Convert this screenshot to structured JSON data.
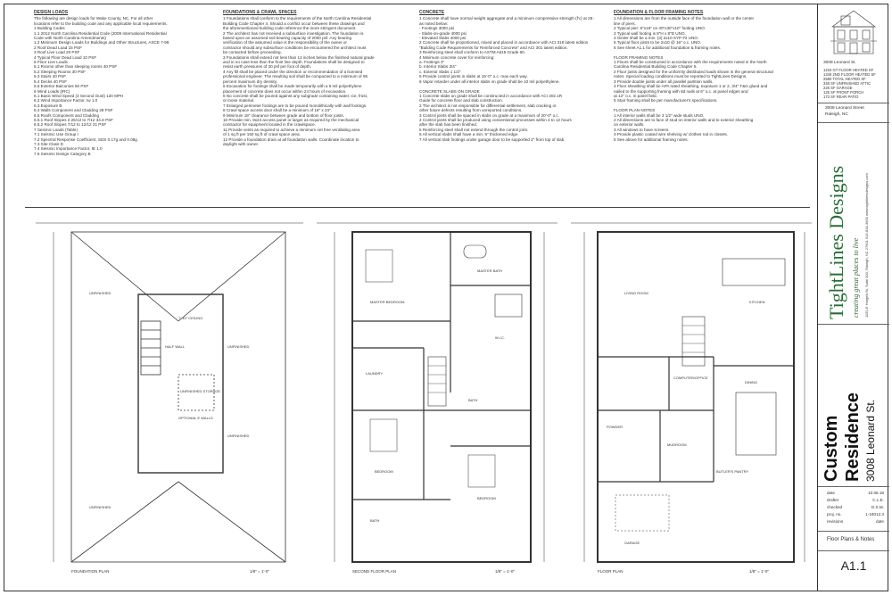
{
  "notes": {
    "col1": {
      "title": "DESIGN LOADS",
      "lines": [
        "The following are design loads for Wake County, NC. For all other",
        "locations refer to the building code and any applicable local requirements.",
        "1  Building Codes",
        "   1.1 2012 North Carolina Residential Code (2009 International Residential",
        "       Code with North Carolina Amendments)",
        "   1.2 Minimum Design Loads for Buildings and Other Structures, ASCE 7-98",
        "2  Roof Dead Load                     15 PSF",
        "3  Roof Live Load                     20 PSF",
        "4  Typical Floor Dead Load            10 PSF",
        "5  Floor Live Loads",
        "   5.1  Rooms other than sleeping rooms   40 PSF",
        "   5.2  Sleeping Rooms                30 PSF",
        "   5.3  Stairs                        40 PSF",
        "   5.4  Decks                         40 PSF",
        "   5.5  Exterior Balconies            60 PSF",
        "6 Wind Loads (IRC)",
        "   6.1  Basic Wind Speed (3 Second Gust)   120 MPH",
        "   6.2  Wind Importance Factor, Iw    1.0",
        "   6.3  Exposure                      B",
        "   6.4  Walls Component and Cladding  28 PSF",
        "   6.5  Roofs Component and Cladding",
        "        6.5.1 Roof Slopes 2.25/12 to 7/12   34.8 PSF",
        "        6.5.2 Roof Slopes 7/12 to 12/12     21 PSF",
        "7 Seismic Loads (Table)",
        "   7.1  Seismic Use Group             I",
        "   7.2  Spectral Response Coefficient, SDS   0.17g and 0.08g",
        "   7.3  Site Class                    D",
        "   7.4  Seismic Importance Factor, IE  1.0",
        "   7.5  Seismic Design Category       B"
      ]
    },
    "col2": {
      "title": "FOUNDATIONS & CRAWL SPACES",
      "lines": [
        "1 Foundations shall conform to the requirements of the North Carolina Residential",
        "  Building Code Chapter 4. Should a conflict occur between these drawings and",
        "  the aforementioned building code reference the more stringent document.",
        "2 The architect has not received a subsurface investigation. The foundation is",
        "  based upon an assumed soil bearing capacity of 2000 psf. Any bearing",
        "  verification of the assumed value is the responsibility of the owner or",
        "  contractor should any subsurface conditions be encountered the architect must",
        "  be contacted before proceeding.",
        "3 Foundations shall extend not less than 12 inches below the finished natural grade",
        "  and in no case less than the frost line depth. Foundations shall be designed to",
        "  resist earth pressures of 30 psf per foot of depth.",
        "4 Any fill shall be placed under the direction or recommendation of a licensed",
        "  professional engineer. The resulting soil shall be compacted to a minimum of 95",
        "  percent maximum dry density.",
        "5 Excavation for footings shall be made temporarily with a 6 mil polyethylene",
        "  placement of concrete does not occur within 24 hours of excavation.",
        "6 No concrete shall be poured against any subgrade containing water, ice, frost,",
        "  or loose material.",
        "7 Enlarged perimeter footings are to be poured monolithically with wall footings.",
        "8 Crawl space access door shall be a minimum of 16\" x 24\".",
        "9 Minimum 18\" clearance between grade and bottom of floor joists.",
        "10 Provide min. 8x24 access panel or larger as required by the mechanical",
        "   contractor for equipment located in the crawlspace.",
        "11 Provide vents as required to achieve a minimum net free ventilating area",
        "   of 1 sq ft per 150 sq ft of crawl space area.",
        "12 Provide a foundation drain at all foundation walls. Coordinate location to",
        "   daylight with owner."
      ]
    },
    "col3": {
      "title": "CONCRETE",
      "lines": [
        "1 Concrete shall have normal weight aggregate and a minimum compressive strength (f'c) at 28 days",
        "  as noted below:",
        "    - Footings                 3000 psi",
        "    - Slabs-on-grade           4000 psi",
        "    - Elevated Slabs           4000 psi",
        "2 Concrete shall be proportioned, mixed and placed in accordance with ACI 318 latest edition",
        "  \"Building Code Requirements for Reinforced Concrete\" and ACI 301 latest edition.",
        "3 Reinforcing steel shall conform to ASTM A615 Grade 60.",
        "4 Minimum concrete cover for reinforcing:",
        "    a.  Footings                  3\"",
        "    b.  Interior Slabs            3/4\"",
        "    c.  Exterior Slabs            1 1/2\"",
        "5 Provide control joints in slabs at 15'-0\" o.c. max each way.",
        "6 Vapor retarder under all interior slabs on grade shall be 10 mil polyethylene.",
        "",
        "CONCRETE SLABS ON GRADE",
        "1 Concrete slabs on grade shall be constructed in accordance with ACI 302.1R",
        "  Guide for concrete floor and slab construction.",
        "2 The architect is not responsible for differential settlement, slab cracking or",
        "  other future defects resulting from unreported conditions.",
        "3 Control joints shall be spaced in slabs on grade at a maximum of 20'-0\" o.c.",
        "4 Control joints shall be produced using conventional processes within 4 to 12 hours",
        "  after the slab has been finished.",
        "5 Reinforcing steel shall not extend through the control joint.",
        "6 All vertical slabs shall have a min. 6\" thickened edge.",
        "7 All vertical slab footings under garage door to be supported 2\" from top of slab."
      ]
    },
    "col4": {
      "title": "FOUNDATION & FLOOR FRAMING NOTES",
      "lines": [
        "1 All dimensions are from the outside face of the foundation wall or the center",
        "  line of piers.",
        "2 Typical pier: 8\"x16\" on 30\"x30\"x10\" footing UNO.",
        "3 Typical wall footing is 8\"H x 8\"D UNO.",
        "4 Girder shall be a min. (3) 2x10 SYP #2 UNO.",
        "5 Typical floor joists to be 2x10 @ 16\" o.c. UNO.",
        "6 See sheet A1.1 for additional foundation & framing notes.",
        "",
        "FLOOR FRAMING NOTES",
        "1 Floors shall be constructed in accordance with the requirements noted in the North",
        "  Carolina Residential Building Code Chapter 5.",
        "2 Floor joists designed for the uniformly distributed loads shown in the general structural",
        "  notes. Special loading conditions must be reported to TightLines Designs.",
        "3 Provide double joists under all parallel partition walls.",
        "4 Floor sheathing shall be APA rated sheathing, exposure 1 or 2, 3/4\" T&G glued and",
        "  nailed to the supporting framing with 8d nails at 6\" o.c. at panel edges and",
        "  at 12\" o.c. in panel field.",
        "5 Stair framing shall be per manufacturer's specifications.",
        "",
        "FLOOR PLAN NOTES",
        "1 All interior walls shall be 3 1/2\" wide studs UNO.",
        "2 All dimensions are to face of stud on interior walls and to exterior sheathing",
        "  on exterior walls.",
        "3 All windows to have screens.",
        "4 Provide plastic coated wire shelving w/ clothes rod in closets.",
        "5 See above for additional framing notes."
      ]
    }
  },
  "plans": {
    "foundation": {
      "label": "FOUNDATION PLAN",
      "scale": "1/8\" = 1'-0\""
    },
    "second": {
      "label": "SECOND FLOOR PLAN",
      "scale": "1/8\" = 1'-0\""
    },
    "first": {
      "label": "FLOOR PLAN",
      "scale": "1/8\" = 1'-0\""
    },
    "foundation_rooms": [
      "UNFINISHED",
      "UNFINISHED",
      "UNFINISHED",
      "UNFINISHED",
      "UNFINISHED STORAGE",
      "OPTIONAL 5' WALLS",
      "HALF WALL",
      "7'-10\" CEILING"
    ],
    "second_rooms": [
      "MASTER BEDROOM",
      "MASTER BATH",
      "BEDROOM",
      "BEDROOM",
      "BATH",
      "BATH",
      "W.I.C.",
      "LAUNDRY"
    ],
    "first_rooms": [
      "LIVING ROOM",
      "KITCHEN",
      "DINING",
      "COMPUTER/OFFICE",
      "BUTLER'S PANTRY",
      "POWDER",
      "MUDROOM",
      "GARAGE"
    ]
  },
  "titleblock": {
    "address_line1": "3008 Leonard Street",
    "address_line2": "Raleigh, NC",
    "thumb_title": "3008 Leonard St.",
    "area_lines": [
      "1234 GT FLOOR HEATED SF",
      "1346 2ND FLOOR HEATED SF",
      "2580 TOTAL HEATED SF",
      "348 SF UNFINISHED ATTIC",
      "225 SF GARAGE",
      "125 SF FRONT PORCH",
      "173 SF REAR PATIO"
    ],
    "general_notes_title": "GENERAL STRUCTURAL NOTES",
    "firm_name": "TightLines Designs",
    "firm_tagline": "creating great places to live",
    "firm_address": "1155-E Hargett St, Suite 300, Raleigh, NC 27601  919-834-3600  www.tightlinesdesigns.com",
    "project_title_1": "Custom",
    "project_title_2": "Residence",
    "project_title_3": "3008 Leonard St.",
    "meta": [
      {
        "label": "date",
        "value": "10.08.18"
      },
      {
        "label": "drafter",
        "value": "C.L.E."
      },
      {
        "label": "checked",
        "value": "D.S.M."
      },
      {
        "label": "proj. no.",
        "value": "1-18012.3"
      },
      {
        "label": "revisions",
        "value": "date"
      }
    ],
    "sheet_title": "Floor Plans & Notes",
    "sheet_number": "A1.1"
  },
  "colors": {
    "brand_green": "#2d6b3a",
    "line": "#333333"
  }
}
